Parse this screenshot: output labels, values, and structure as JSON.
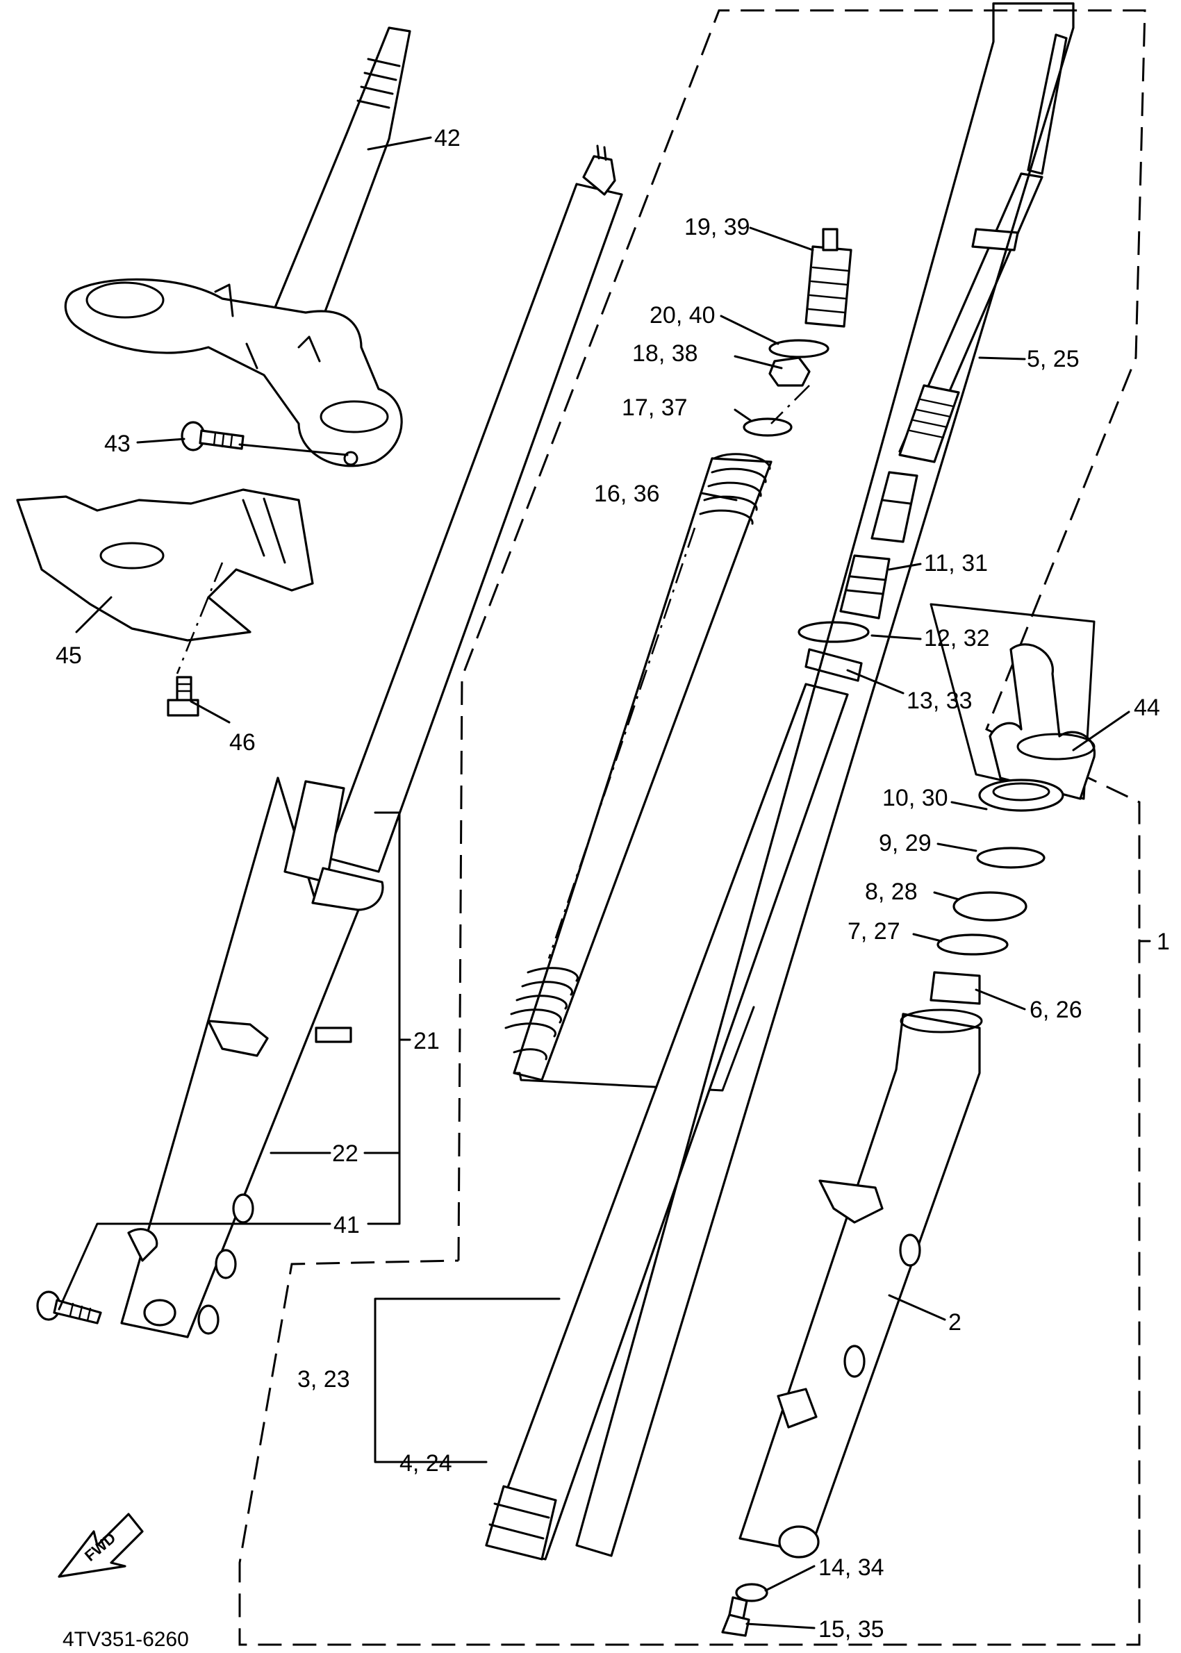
{
  "diagram_code": "4TV351-6260",
  "fwd_label": "FWD",
  "labels": {
    "p42": "42",
    "p43": "43",
    "p45": "45",
    "p46": "46",
    "p19_39": "19, 39",
    "p20_40": "20, 40",
    "p18_38": "18, 38",
    "p17_37": "17, 37",
    "p16_36": "16, 36",
    "p5_25": "5, 25",
    "p11_31": "11, 31",
    "p12_32": "12, 32",
    "p13_33": "13, 33",
    "p44": "44",
    "p10_30": "10, 30",
    "p9_29": "9, 29",
    "p8_28": "8, 28",
    "p7_27": "7, 27",
    "p1": "1",
    "p6_26": "6, 26",
    "p21": "21",
    "p22": "22",
    "p41": "41",
    "p2": "2",
    "p3_23": "3, 23",
    "p4_24": "4, 24",
    "p14_34": "14, 34",
    "p15_35": "15, 35"
  }
}
